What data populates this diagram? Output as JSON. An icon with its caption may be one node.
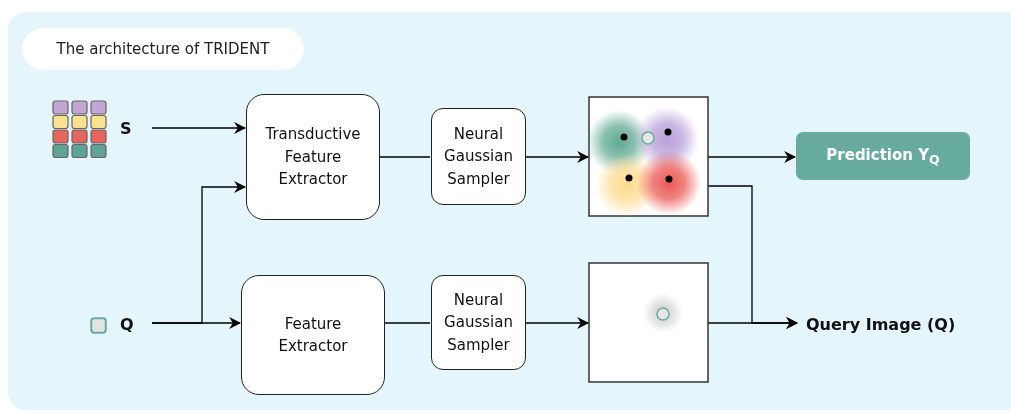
{
  "diagram": {
    "title": "The architecture of TRIDENT",
    "nodes": [
      {
        "text": [
          "S"
        ]
      },
      {
        "text": [
          "Q"
        ]
      },
      {
        "text": [
          "Transductive Feature Extractor"
        ]
      },
      {
        "text": [
          "Feature Extractor"
        ]
      },
      {
        "text": [
          "Neural Gaussian Sampler"
        ]
      },
      {
        "text": [
          "Neural Gaussian Sampler"
        ]
      },
      {
        "text": [],
        "shape": "picture"
      },
      {
        "text": [],
        "shape": "picture"
      },
      {
        "text": [
          "Prediction Y$_{Q}$"
        ]
      },
      {
        "text": [
          "Query Image (Q)"
        ]
      }
    ],
    "edges": [
      {
        "from": 0,
        "to": 2,
        "arrow": "to"
      },
      {
        "from": 1,
        "to": 2,
        "arrow": "to"
      },
      {
        "from": 1,
        "to": 3,
        "arrow": "to"
      },
      {
        "from": 2,
        "to": 4,
        "arrow": "none"
      },
      {
        "from": 3,
        "to": 5,
        "arrow": "none"
      },
      {
        "from": 4,
        "to": 6,
        "arrow": "to"
      },
      {
        "from": 5,
        "to": 7,
        "arrow": "to"
      },
      {
        "from": 6,
        "to": 8,
        "arrow": "to"
      },
      {
        "from": 6,
        "to": 9,
        "arrow": "to"
      },
      {
        "from": 7,
        "to": 9,
        "arrow": "to"
      }
    ]
  }
}
